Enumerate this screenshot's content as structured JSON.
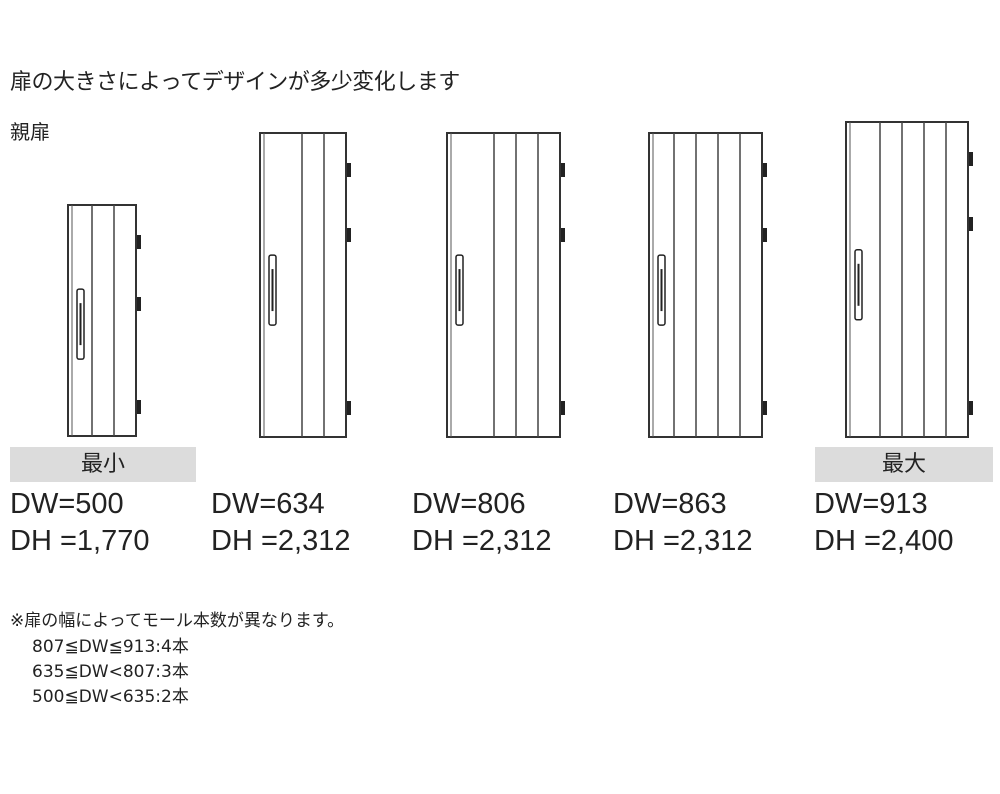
{
  "title": "扉の大きさによってデザインが多少変化します",
  "subtitle": "親扉",
  "doors": [
    {
      "tag": "最小",
      "dw": "DW=500",
      "dh": "DH =1,770",
      "moles": 2
    },
    {
      "tag": "",
      "dw": "DW=634",
      "dh": "DH =2,312",
      "moles": 2
    },
    {
      "tag": "",
      "dw": "DW=806",
      "dh": "DH =2,312",
      "moles": 3
    },
    {
      "tag": "",
      "dw": "DW=863",
      "dh": "DH =2,312",
      "moles": 4
    },
    {
      "tag": "最大",
      "dw": "DW=913",
      "dh": "DH =2,400",
      "moles": 4
    }
  ],
  "notes": [
    "※扉の幅によってモール本数が異なります。",
    "807≦DW≦913:4本",
    "635≦DW<807:3本",
    "500≦DW<635:2本"
  ]
}
